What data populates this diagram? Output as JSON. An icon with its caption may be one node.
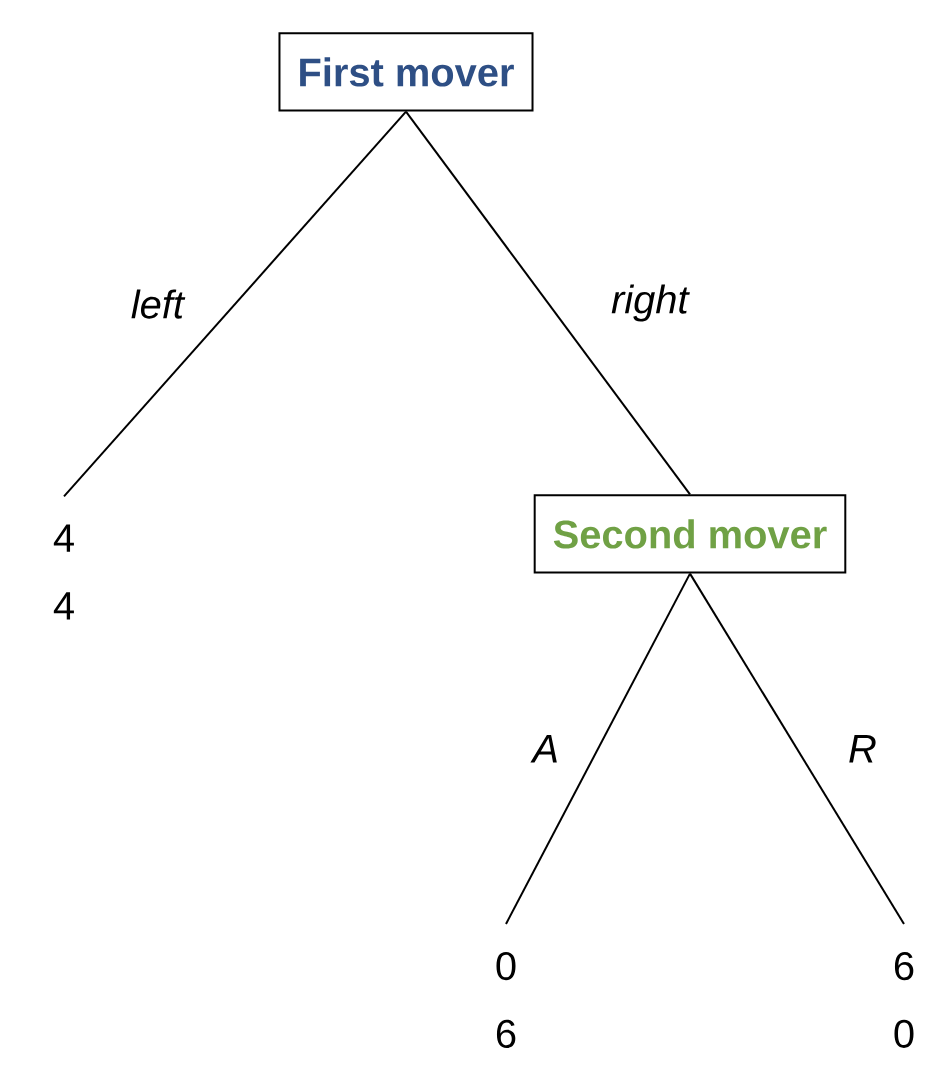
{
  "diagram": {
    "nodes": [
      {
        "text": [
          "First mover"
        ]
      },
      {
        "text": [
          "Second mover"
        ]
      },
      {
        "text": [
          "4",
          "4"
        ]
      },
      {
        "text": [
          "0",
          "6"
        ]
      },
      {
        "text": [
          "6",
          "0"
        ]
      }
    ],
    "edges": [
      {
        "from": 0,
        "to": 2,
        "arrow": "none",
        "label": "left"
      },
      {
        "from": 0,
        "to": 1,
        "arrow": "none",
        "label": "right"
      },
      {
        "from": 1,
        "to": 3,
        "arrow": "none",
        "label": "A"
      },
      {
        "from": 1,
        "to": 4,
        "arrow": "none",
        "label": "R"
      }
    ]
  }
}
